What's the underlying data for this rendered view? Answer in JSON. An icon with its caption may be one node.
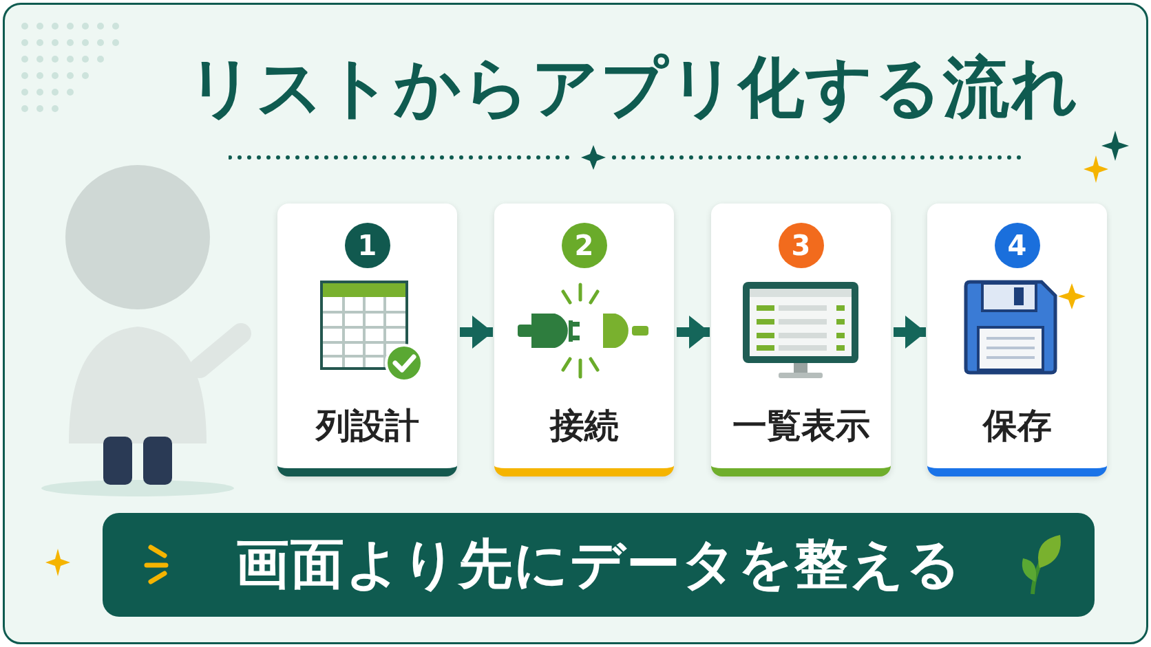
{
  "diagram": {
    "title": "リストからアプリ化する流れ",
    "nodes": [
      {
        "text": [
          "1",
          "列設計"
        ]
      },
      {
        "text": [
          "2",
          "接続"
        ]
      },
      {
        "text": [
          "3",
          "一覧表示"
        ]
      },
      {
        "text": [
          "4",
          "保存"
        ]
      },
      {
        "text": [
          "画面より先にデータを整える"
        ]
      }
    ],
    "edges": [
      {
        "from": 0,
        "to": 1,
        "arrow": "to"
      },
      {
        "from": 1,
        "to": 2,
        "arrow": "to"
      },
      {
        "from": 2,
        "to": 3,
        "arrow": "to"
      }
    ]
  }
}
